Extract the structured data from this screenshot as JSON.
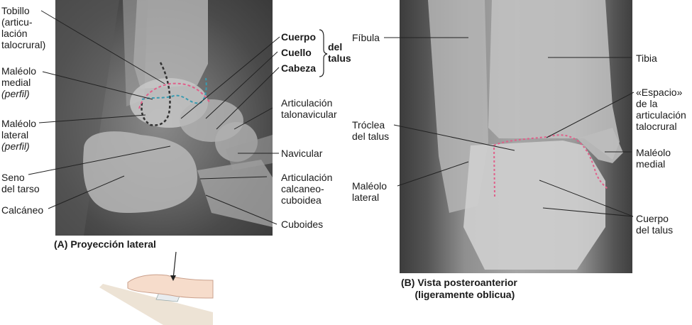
{
  "panel_a": {
    "caption": "(A) Proyección lateral",
    "labels": {
      "tobillo": "Tobillo\n(articu-\nlación\ntalocrural)",
      "maleolo_medial": "Maléolo\nmedial",
      "maleolo_medial_note": "(perfil)",
      "maleolo_lateral": "Maléolo\nlateral",
      "maleolo_lateral_note": "(perfil)",
      "seno_tarso": "Seno\ndel tarso",
      "calcaneo": "Calcáneo",
      "cuerpo": "Cuerpo",
      "cuello": "Cuello",
      "cabeza": "Cabeza",
      "del_talus": "del\ntalus",
      "art_talonavicular": "Articulación\ntalonavicular",
      "navicular": "Navicular",
      "art_calcaneocuboidea": "Articulación\ncalcaneo-\ncuboidea",
      "cuboides": "Cuboides"
    },
    "outline_colors": {
      "talus_trochlea": "#e0608a",
      "medial_malleolus": "#3a9bb0",
      "lateral_malleolus": "#333333"
    }
  },
  "panel_b": {
    "caption": "(B) Vista posteroanterior\n     (ligeramente oblicua)",
    "labels": {
      "fibula": "Fíbula",
      "tibia": "Tibia",
      "espacio": "«Espacio»\nde la\narticulación\ntalocrural",
      "troclea": "Tróclea\ndel talus",
      "maleolo_lateral": "Maléolo\nlateral",
      "maleolo_medial": "Maléolo\nmedial",
      "cuerpo_talus": "Cuerpo\ndel talus"
    },
    "outline_colors": {
      "joint_space": "#e0608a"
    }
  }
}
